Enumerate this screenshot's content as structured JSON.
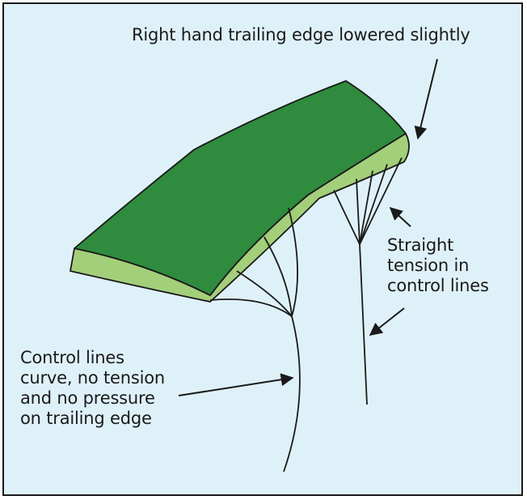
{
  "labels": {
    "trailing_edge": "Right hand trailing edge lowered slightly",
    "straight": [
      "Straight",
      "tension in",
      "control lines"
    ],
    "curve": [
      "Control lines",
      "curve, no tension",
      "and no pressure",
      "on trailing edge"
    ]
  },
  "colors": {
    "background": "#dff1f8",
    "canopy_top": "#2f8b3d",
    "canopy_underside": "#a3cf7a",
    "line": "#1a1a1a"
  }
}
